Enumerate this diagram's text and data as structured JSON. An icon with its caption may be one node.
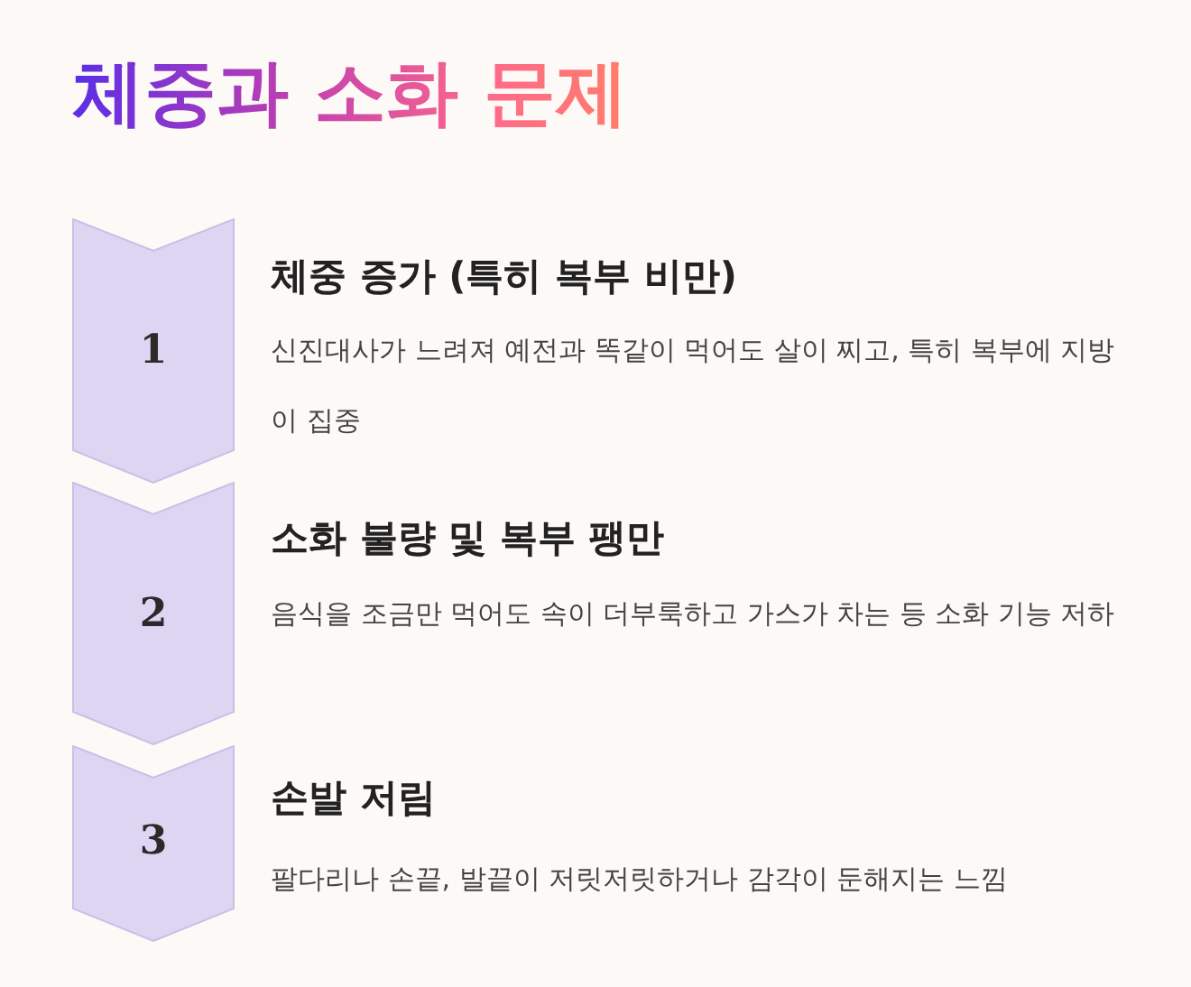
{
  "diagram": {
    "title": "체중과 소화 문제",
    "nodes": [
      {
        "text": [
          "1"
        ],
        "beside": [
          "체중 증가 (특히 복부 비만)",
          "신진대사가 느려져 예전과 똑같이 먹어도 살이 찌고, 특히 복부에 지방이 집중"
        ]
      },
      {
        "text": [
          "2"
        ],
        "beside": [
          "소화 불량 및 복부 팽만",
          "음식을 조금만 먹어도 속이 더부룩하고 가스가 차는 등 소화 기능 저하"
        ]
      },
      {
        "text": [
          "3"
        ],
        "beside": [
          "손발 저림",
          "팔다리나 손끝, 발끝이 저릿저릿하거나 감각이 둔해지는 느낌"
        ]
      }
    ]
  }
}
